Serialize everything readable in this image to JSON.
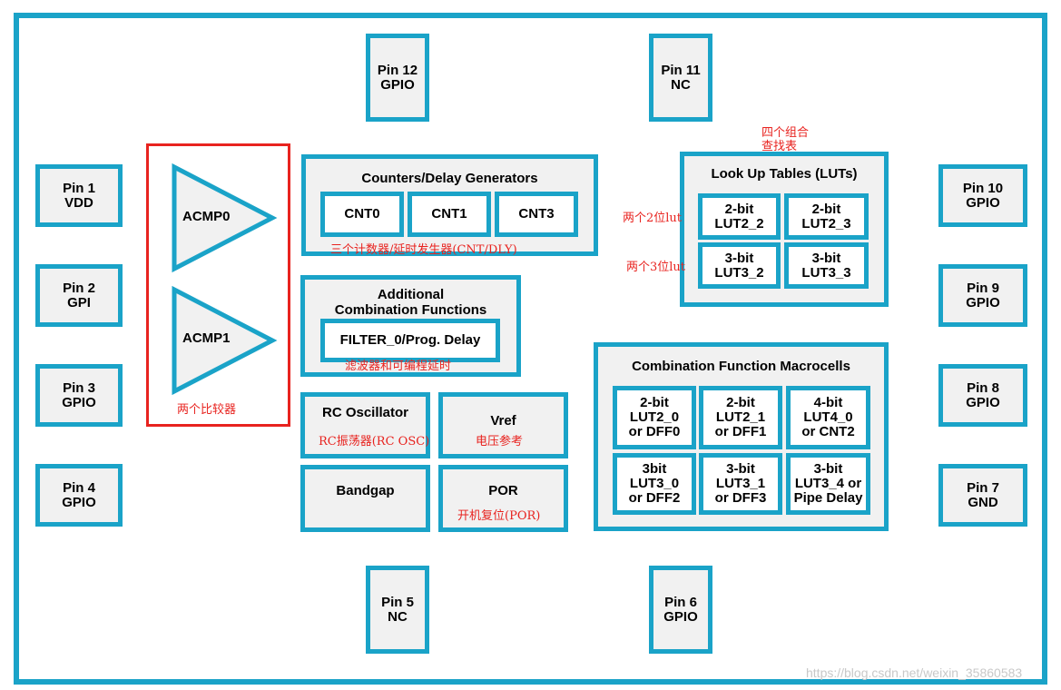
{
  "pins": {
    "pin1": {
      "num": "Pin 1",
      "func": "VDD"
    },
    "pin2": {
      "num": "Pin 2",
      "func": "GPI"
    },
    "pin3": {
      "num": "Pin 3",
      "func": "GPIO"
    },
    "pin4": {
      "num": "Pin 4",
      "func": "GPIO"
    },
    "pin5": {
      "num": "Pin 5",
      "func": "NC"
    },
    "pin6": {
      "num": "Pin 6",
      "func": "GPIO"
    },
    "pin7": {
      "num": "Pin 7",
      "func": "GND"
    },
    "pin8": {
      "num": "Pin 8",
      "func": "GPIO"
    },
    "pin9": {
      "num": "Pin 9",
      "func": "GPIO"
    },
    "pin10": {
      "num": "Pin 10",
      "func": "GPIO"
    },
    "pin11": {
      "num": "Pin 11",
      "func": "NC"
    },
    "pin12": {
      "num": "Pin 12",
      "func": "GPIO"
    }
  },
  "acmp": {
    "acmp0": "ACMP0",
    "acmp1": "ACMP1",
    "note": "两个比较器",
    "highlight_color": "#e8231f"
  },
  "counters": {
    "title": "Counters/Delay Generators",
    "cnt0": "CNT0",
    "cnt1": "CNT1",
    "cnt3": "CNT3",
    "note": "三个计数器/延时发生器(CNT/DLY)"
  },
  "additional": {
    "title_line1": "Additional",
    "title_line2": "Combination Functions",
    "filter": "FILTER_0/Prog. Delay",
    "note": "滤波器和可编程延时"
  },
  "rc_osc": {
    "title": "RC Oscillator",
    "note": "RC振荡器(RC OSC)"
  },
  "vref": {
    "title": "Vref",
    "note": "电压参考"
  },
  "bandgap": {
    "title": "Bandgap"
  },
  "por": {
    "title": "POR",
    "note": "开机复位(POR)"
  },
  "luts": {
    "title": "Look Up Tables (LUTs)",
    "note_line1": "四个组合",
    "note_line2": "查找表",
    "two_bit_note": "两个2位lut",
    "three_bit_note": "两个3位lut",
    "lut2_2": {
      "l1": "2-bit",
      "l2": "LUT2_2"
    },
    "lut2_3": {
      "l1": "2-bit",
      "l2": "LUT2_3"
    },
    "lut3_2": {
      "l1": "3-bit",
      "l2": "LUT3_2"
    },
    "lut3_3": {
      "l1": "3-bit",
      "l2": "LUT3_3"
    }
  },
  "macrocells": {
    "title": "Combination Function Macrocells",
    "c1": {
      "l1": "2-bit",
      "l2": "LUT2_0",
      "l3": "or DFF0"
    },
    "c2": {
      "l1": "2-bit",
      "l2": "LUT2_1",
      "l3": "or DFF1"
    },
    "c3": {
      "l1": "4-bit",
      "l2": "LUT4_0",
      "l3": "or CNT2"
    },
    "c4": {
      "l1": "3bit",
      "l2": "LUT3_0",
      "l3": "or DFF2"
    },
    "c5": {
      "l1": "3-bit",
      "l2": "LUT3_1",
      "l3": "or DFF3"
    },
    "c6": {
      "l1": "3-bit",
      "l2": "LUT3_4 or",
      "l3": "Pipe Delay"
    }
  },
  "watermark": "https://blog.csdn.net/weixin_35860583",
  "colors": {
    "border": "#1aa3c8",
    "fill": "#f1f1f1",
    "annotation": "#e8231f"
  }
}
